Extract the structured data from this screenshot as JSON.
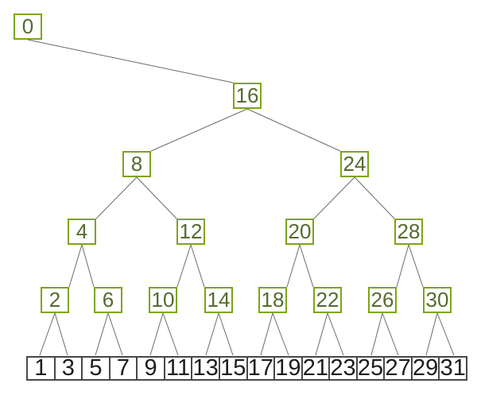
{
  "figure": {
    "type": "binary-tree-diagram",
    "internal_nodes": [
      "0",
      "16",
      "8",
      "24",
      "4",
      "12",
      "20",
      "28",
      "2",
      "6",
      "10",
      "14",
      "18",
      "22",
      "26",
      "30"
    ],
    "leaf_nodes": [
      "1",
      "3",
      "5",
      "7",
      "9",
      "11",
      "13",
      "15",
      "17",
      "19",
      "21",
      "23",
      "25",
      "27",
      "29",
      "31"
    ],
    "edges": [
      [
        "0",
        "16"
      ],
      [
        "16",
        "8"
      ],
      [
        "16",
        "24"
      ],
      [
        "8",
        "4"
      ],
      [
        "8",
        "12"
      ],
      [
        "24",
        "20"
      ],
      [
        "24",
        "28"
      ],
      [
        "4",
        "2"
      ],
      [
        "4",
        "6"
      ],
      [
        "12",
        "10"
      ],
      [
        "12",
        "14"
      ],
      [
        "20",
        "18"
      ],
      [
        "20",
        "22"
      ],
      [
        "28",
        "26"
      ],
      [
        "28",
        "30"
      ],
      [
        "2",
        "1"
      ],
      [
        "2",
        "3"
      ],
      [
        "6",
        "5"
      ],
      [
        "6",
        "7"
      ],
      [
        "10",
        "9"
      ],
      [
        "10",
        "11"
      ],
      [
        "14",
        "13"
      ],
      [
        "14",
        "15"
      ],
      [
        "18",
        "17"
      ],
      [
        "18",
        "19"
      ],
      [
        "22",
        "21"
      ],
      [
        "22",
        "23"
      ],
      [
        "26",
        "25"
      ],
      [
        "26",
        "27"
      ],
      [
        "30",
        "29"
      ],
      [
        "30",
        "31"
      ]
    ],
    "colors": {
      "internal_border": "#7ea417",
      "internal_text": "#556b2f",
      "leaf_border": "#484848",
      "leaf_text": "#1d1d1d",
      "edge": "#6b6b6b",
      "background": "#ffffff"
    }
  }
}
